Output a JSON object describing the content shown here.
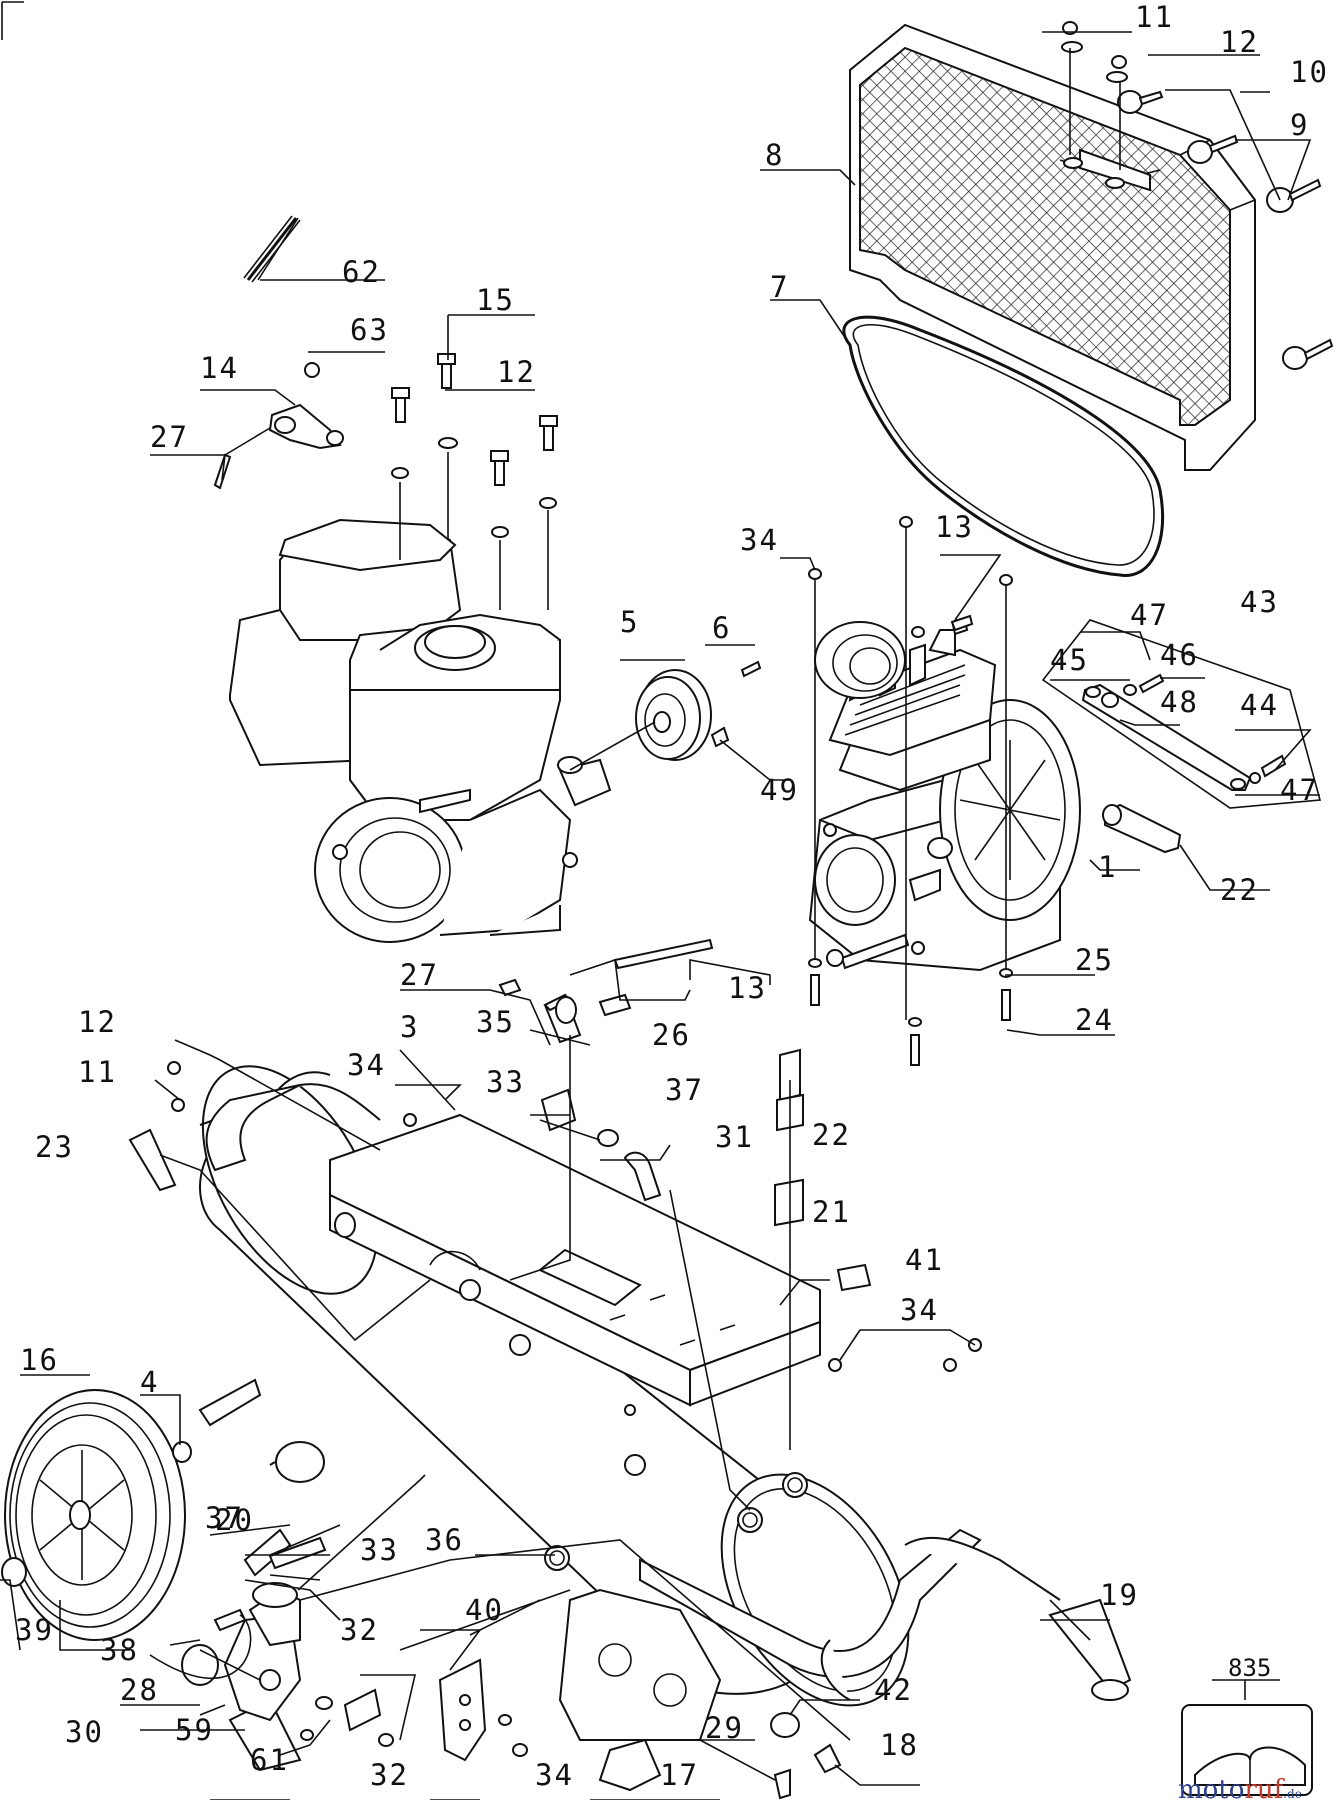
{
  "diagram": {
    "callouts": [
      {
        "id": "c11a",
        "text": "11"
      },
      {
        "id": "c12a",
        "text": "12"
      },
      {
        "id": "c10",
        "text": "10"
      },
      {
        "id": "c9",
        "text": "9"
      },
      {
        "id": "c8",
        "text": "8"
      },
      {
        "id": "c7",
        "text": "7"
      },
      {
        "id": "c62",
        "text": "62"
      },
      {
        "id": "c15",
        "text": "15"
      },
      {
        "id": "c63",
        "text": "63"
      },
      {
        "id": "c14",
        "text": "14"
      },
      {
        "id": "c12b",
        "text": "12"
      },
      {
        "id": "c27a",
        "text": "27"
      },
      {
        "id": "c34a",
        "text": "34"
      },
      {
        "id": "c13a",
        "text": "13"
      },
      {
        "id": "c43",
        "text": "43"
      },
      {
        "id": "c47a",
        "text": "47"
      },
      {
        "id": "c45",
        "text": "45"
      },
      {
        "id": "c46",
        "text": "46"
      },
      {
        "id": "c48",
        "text": "48"
      },
      {
        "id": "c44",
        "text": "44"
      },
      {
        "id": "c47b",
        "text": "47"
      },
      {
        "id": "c5",
        "text": "5"
      },
      {
        "id": "c6",
        "text": "6"
      },
      {
        "id": "c49",
        "text": "49"
      },
      {
        "id": "c22a",
        "text": "22"
      },
      {
        "id": "c1",
        "text": "1"
      },
      {
        "id": "c25",
        "text": "25"
      },
      {
        "id": "c24",
        "text": "24"
      },
      {
        "id": "c27b",
        "text": "27"
      },
      {
        "id": "c13b",
        "text": "13"
      },
      {
        "id": "c35",
        "text": "35"
      },
      {
        "id": "c26",
        "text": "26"
      },
      {
        "id": "c12c",
        "text": "12"
      },
      {
        "id": "c11b",
        "text": "11"
      },
      {
        "id": "c3",
        "text": "3"
      },
      {
        "id": "c34b",
        "text": "34"
      },
      {
        "id": "c33a",
        "text": "33"
      },
      {
        "id": "c37a",
        "text": "37"
      },
      {
        "id": "c22b",
        "text": "22"
      },
      {
        "id": "c23",
        "text": "23"
      },
      {
        "id": "c31",
        "text": "31"
      },
      {
        "id": "c21",
        "text": "21"
      },
      {
        "id": "c41",
        "text": "41"
      },
      {
        "id": "c34c",
        "text": "34"
      },
      {
        "id": "c16",
        "text": "16"
      },
      {
        "id": "c4",
        "text": "4"
      },
      {
        "id": "c20",
        "text": "20"
      },
      {
        "id": "c36",
        "text": "36"
      },
      {
        "id": "c37b",
        "text": "37"
      },
      {
        "id": "c33b",
        "text": "33"
      },
      {
        "id": "c19",
        "text": "19"
      },
      {
        "id": "c39",
        "text": "39"
      },
      {
        "id": "c38",
        "text": "38"
      },
      {
        "id": "c40",
        "text": "40"
      },
      {
        "id": "c32a",
        "text": "32"
      },
      {
        "id": "c28",
        "text": "28"
      },
      {
        "id": "c59",
        "text": "59"
      },
      {
        "id": "c30",
        "text": "30"
      },
      {
        "id": "c61",
        "text": "61"
      },
      {
        "id": "c32b",
        "text": "32"
      },
      {
        "id": "c34d",
        "text": "34"
      },
      {
        "id": "c17",
        "text": "17"
      },
      {
        "id": "c29",
        "text": "29"
      },
      {
        "id": "c42",
        "text": "42"
      },
      {
        "id": "c18",
        "text": "18"
      }
    ],
    "book_label": "835",
    "watermark": {
      "part1": "moto",
      "part2": "ruf",
      "suffix": ".de"
    }
  }
}
